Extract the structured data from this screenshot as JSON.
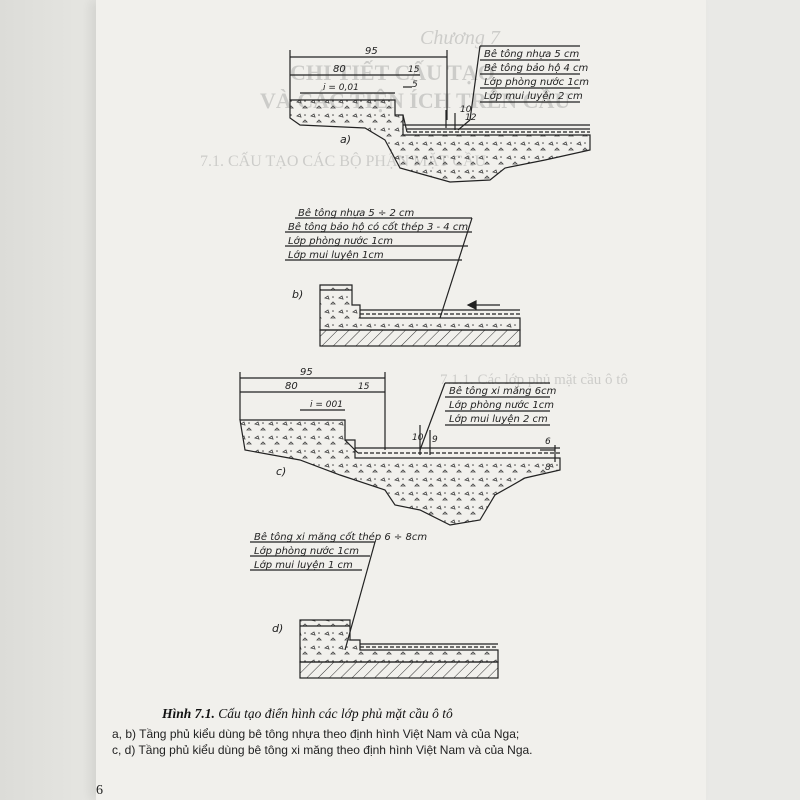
{
  "background_text": {
    "chapter": "Chương 7",
    "heading_1": "CHI TIẾT CẤU TẠO",
    "heading_2": "VÀ CÁC TIỆN ÍCH TRÊN CẦU",
    "section": "7.1. CẤU TẠO CÁC BỘ PHẬN MẶT CẦU",
    "section_2": "7.1.1. Các lớp phủ mặt cầu ô tô"
  },
  "figure_a": {
    "label": "a)",
    "dims": {
      "total": "95",
      "inner": "80",
      "slope": "i = 0,01",
      "gap": "15",
      "step": "5",
      "h1": "10",
      "h2": "12"
    },
    "layers": [
      "Bê tông nhựa 5 cm",
      "Bê tông bảo hộ 4 cm",
      "Lớp phòng nước 1cm",
      "Lớp mui luyện 2 cm"
    ]
  },
  "figure_b": {
    "label": "b)",
    "layers": [
      "Bê tông nhựa 5 ÷ 2 cm",
      "Bê tông bảo hộ có cốt thép 3 - 4 cm",
      "Lớp phòng nước 1cm",
      "Lớp mui luyện 1cm"
    ]
  },
  "figure_c": {
    "label": "c)",
    "dims": {
      "total": "95",
      "inner": "80",
      "slope": "i = 001",
      "gap": "15",
      "h1": "10",
      "h2": "9",
      "h3": "6",
      "h4": "8"
    },
    "layers": [
      "Bê tông xi măng 6cm",
      "Lớp phòng nước 1cm",
      "Lớp mui luyện 2 cm"
    ]
  },
  "figure_d": {
    "label": "d)",
    "layers": [
      "Bê tông xi măng cốt thép 6 ÷ 8cm",
      "Lớp phòng nước 1cm",
      "Lớp mui luyện 1 cm"
    ]
  },
  "caption": {
    "number": "Hình 7.1.",
    "title": "Cấu tạo điển hình các lớp phủ mặt cầu ô tô",
    "line_1": "a, b) Tầng phủ kiểu dùng bê tông nhựa theo định hình Việt Nam và của Nga;",
    "line_2": "c, d) Tầng phủ kiểu dùng bê tông xi măng theo định hình Việt Nam và của Nga."
  },
  "page_number": "6"
}
